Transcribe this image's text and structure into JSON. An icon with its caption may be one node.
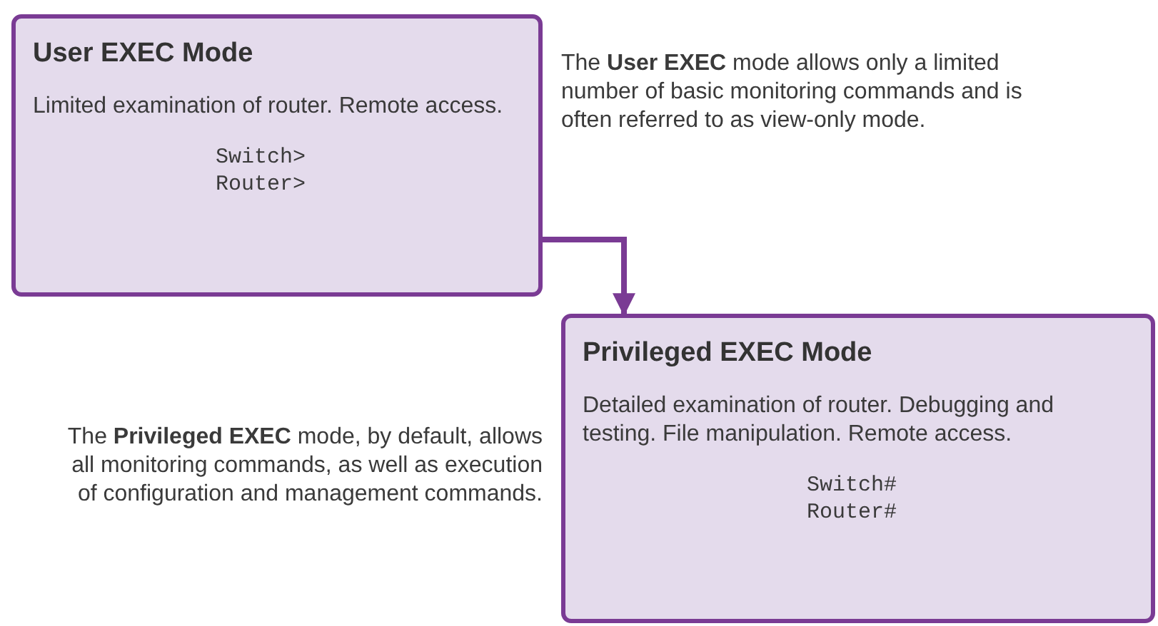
{
  "diagram": {
    "nodes": [
      {
        "text": [
          "User EXEC Mode",
          "Limited examination of router. Remote access.",
          "Switch>",
          "Router>"
        ]
      },
      {
        "text": [
          "Privileged EXEC Mode",
          "Detailed examination of router. Debugging and testing. File manipulation. Remote access.",
          "Switch#",
          "Router#"
        ]
      }
    ],
    "edges": [
      {
        "from": 0,
        "to": 1,
        "arrow": "to"
      }
    ],
    "labels": [
      "The **User EXEC** mode allows only a limited number of basic monitoring commands and is often referred to as view-only mode.",
      "The **Privileged EXEC** mode, by default, allows all monitoring commands, as well as execution of configuration and management commands."
    ]
  }
}
